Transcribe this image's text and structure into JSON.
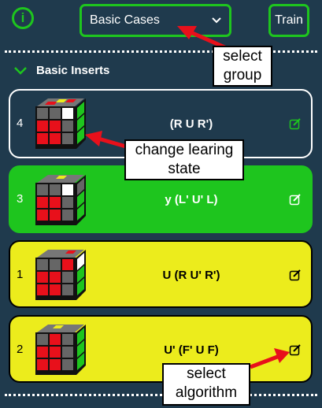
{
  "header": {
    "info_icon": "i",
    "group_select_value": "Basic Cases",
    "train_label": "Train"
  },
  "section": {
    "title": "Basic Inserts"
  },
  "cases": [
    {
      "number": "4",
      "algorithm": "(R U R')",
      "state": "unknown"
    },
    {
      "number": "3",
      "algorithm": "y (L' U' L)",
      "state": "learned"
    },
    {
      "number": "1",
      "algorithm": "U (R U' R')",
      "state": "learning"
    },
    {
      "number": "2",
      "algorithm": "U' (F' U F)",
      "state": "learning"
    }
  ],
  "callouts": {
    "select_group": "select group",
    "change_state": "change learing state",
    "select_algorithm": "select algorithm"
  },
  "colors": {
    "background": "#1f3a4d",
    "accent_green": "#1ec51e",
    "learning_yellow": "#ecec1c",
    "arrow_red": "#e8101b"
  }
}
